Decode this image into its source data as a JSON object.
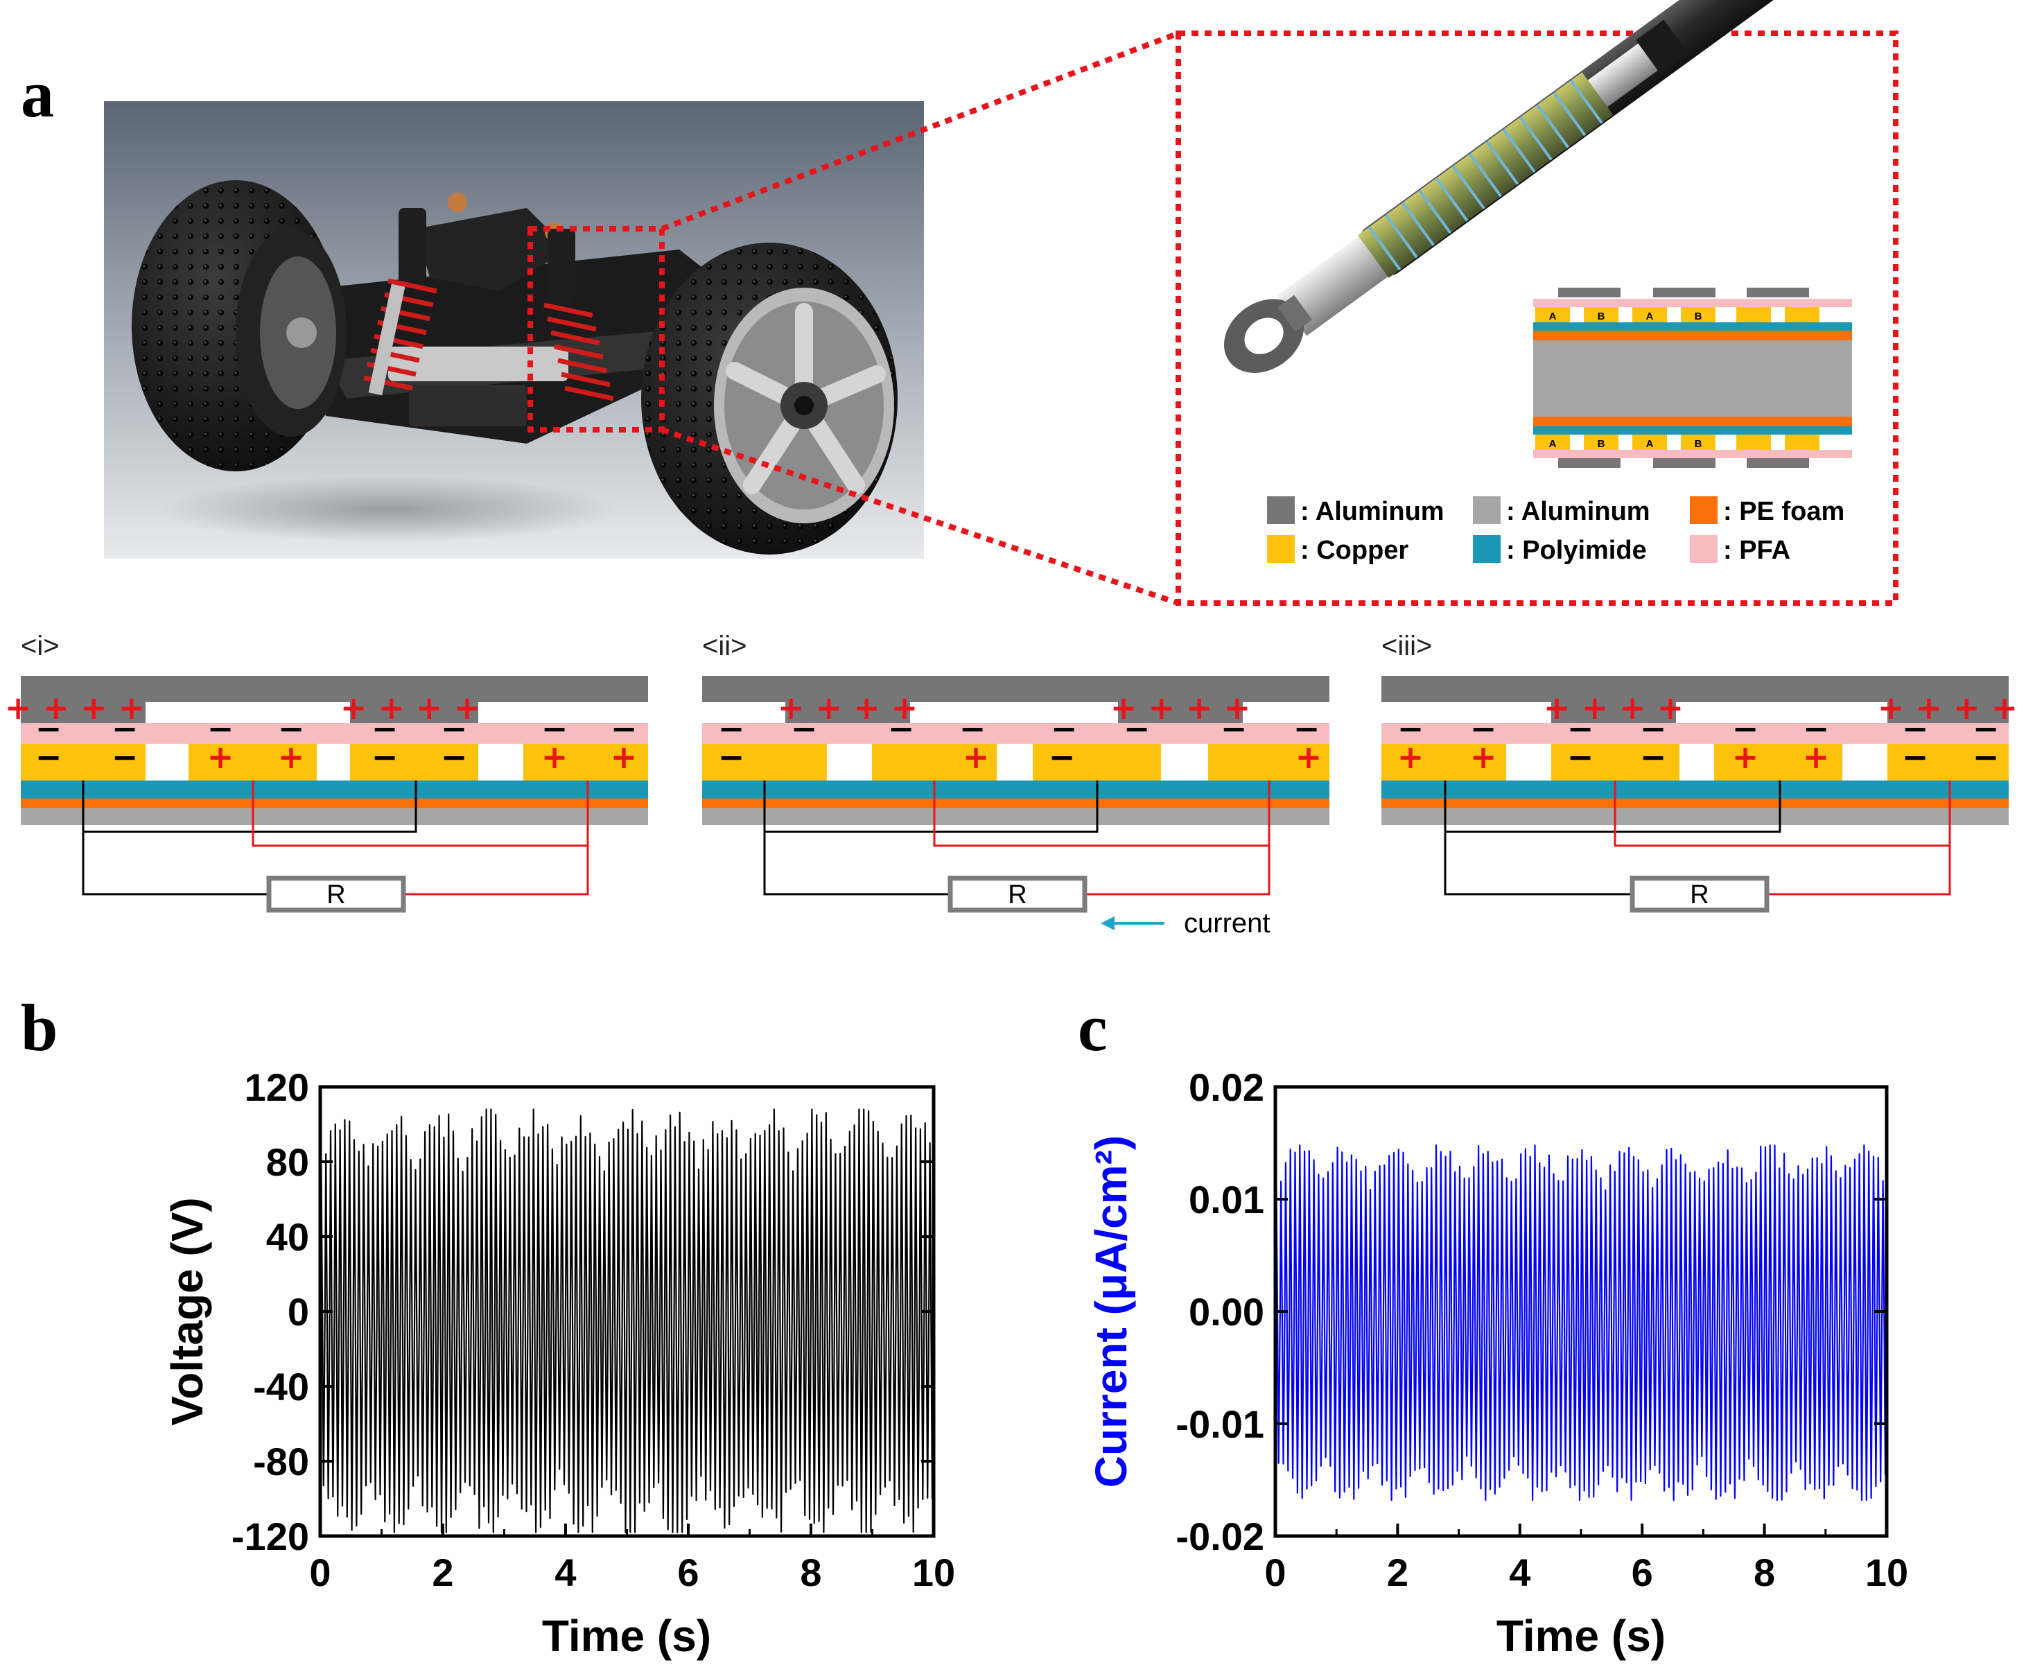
{
  "panel_labels": {
    "a": "a",
    "b": "b",
    "c": "c"
  },
  "legend": [
    {
      "label": ": Aluminum",
      "color": "#767676"
    },
    {
      "label": ": Aluminum",
      "color": "#a6a6a6"
    },
    {
      "label": ": PE foam",
      "color": "#f96f08"
    },
    {
      "label": ": Copper",
      "color": "#fdc20d"
    },
    {
      "label": ": Polyimide",
      "color": "#1a98b6"
    },
    {
      "label": ": PFA",
      "color": "#f6bcc0"
    }
  ],
  "inset_labels": [
    "A",
    "B",
    "A",
    "B"
  ],
  "states": [
    {
      "label": "<i>",
      "top_charges": [
        "+ + + +",
        "+ + + +"
      ],
      "pfa_charges": [
        "−",
        "−",
        "−",
        "−",
        "−",
        "−",
        "−",
        "−"
      ],
      "copper_charges": [
        "−",
        "−",
        "+",
        "+",
        "−",
        "−",
        "+",
        "+"
      ],
      "resistor": "R",
      "current": ""
    },
    {
      "label": "<ii>",
      "top_charges": [
        "+ + + +",
        "+ + + +"
      ],
      "pfa_charges": [
        "−",
        "−",
        "−",
        "−",
        "−",
        "−",
        "−",
        "−"
      ],
      "copper_charges": [
        "−",
        "+",
        "−",
        "+"
      ],
      "resistor": "R",
      "current": "current"
    },
    {
      "label": "<iii>",
      "top_charges": [
        "+ + + +",
        "+ + + +"
      ],
      "pfa_charges": [
        "−",
        "−",
        "−",
        "−",
        "−",
        "−",
        "−",
        "−"
      ],
      "copper_charges": [
        "+",
        "+",
        "−",
        "−",
        "+",
        "+",
        "−",
        "−"
      ],
      "resistor": "R",
      "current": ""
    }
  ],
  "colors": {
    "highlight": "#e8141b",
    "aluminum_dark": "#767676",
    "aluminum_light": "#a6a6a6",
    "copper": "#fdc20d",
    "polyimide": "#1a98b6",
    "pe_foam": "#f96f08",
    "pfa": "#f6bcc0",
    "wire_positive": "#e8141b",
    "current_arrow": "#1aa7c8",
    "voltage_trace": "#000000",
    "current_trace": "#0000ff"
  },
  "chart_data": [
    {
      "type": "line",
      "ylabel": "Voltage (V)",
      "xlabel": "Time (s)",
      "xlim": [
        0,
        10
      ],
      "ylim": [
        -120,
        120
      ],
      "xticks": [
        "0",
        "2",
        "4",
        "6",
        "8",
        "10"
      ],
      "yticks": [
        "120",
        "80",
        "40",
        "0",
        "-40",
        "-80",
        "-120"
      ],
      "grid": false,
      "series": [
        {
          "color": "#000000",
          "approx": true,
          "cycles_per_second": 13,
          "pos_peak_range": [
            50,
            108
          ],
          "neg_peak_range": [
            -118,
            -60
          ],
          "bursts_per_second": 1.3
        }
      ]
    },
    {
      "type": "line",
      "ylabel": "Current (μA/cm²)",
      "xlabel": "Time (s)",
      "xlim": [
        0,
        10
      ],
      "ylim": [
        -0.02,
        0.02
      ],
      "xticks": [
        "0",
        "2",
        "4",
        "6",
        "8",
        "10"
      ],
      "yticks": [
        "0.02",
        "0.01",
        "0.00",
        "-0.01",
        "-0.02"
      ],
      "grid": false,
      "series": [
        {
          "color": "#0000ff",
          "approx": true,
          "cycles_per_second": 13,
          "pos_peak_range": [
            0.008,
            0.0148
          ],
          "neg_peak_range": [
            -0.0168,
            -0.01
          ],
          "bursts_per_second": 1.3
        }
      ]
    }
  ]
}
